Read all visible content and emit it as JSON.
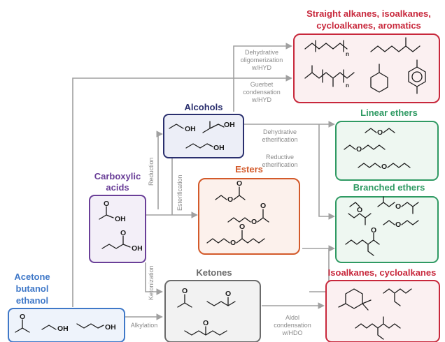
{
  "titles": {
    "straight_alkanes_line1": "Straight alkanes, isoalkanes,",
    "straight_alkanes_line2": "cycloalkanes, aromatics",
    "alcohols": "Alcohols",
    "linear_ethers": "Linear ethers",
    "carboxylic_line1": "Carboxylic",
    "carboxylic_line2": "acids",
    "esters": "Esters",
    "branched_ethers": "Branched ethers",
    "abe_line1": "Acetone",
    "abe_line2": "butanol",
    "abe_line3": "ethanol",
    "ketones": "Ketones",
    "isoalkanes": "Isoalkanes, cycloalkanes"
  },
  "reactions": {
    "dehydrative_oligomerization": [
      "Dehydrative",
      "oligomerization",
      "w/HYD"
    ],
    "guerbet": [
      "Guerbet",
      "condensation",
      "w/HYD"
    ],
    "dehydrative_etherification": [
      "Dehydrative",
      "etherification"
    ],
    "reductive_etherification": [
      "Reductive",
      "etherification"
    ],
    "reduction": "Reduction",
    "esterification": "Esterification",
    "ketonization": "Ketonization",
    "alkylation": "Alkylation",
    "aldol": [
      "Aldol",
      "condensation",
      "w/HDO"
    ]
  },
  "atoms": {
    "hydroxyl": "OH",
    "oxygen": "O",
    "hydrogen": "H",
    "repeat": "n"
  },
  "colors": {
    "red": "#c8283c",
    "blue": "#3f78c8",
    "navy": "#2a2f6e",
    "purple": "#6a3f98",
    "orange": "#d35a2a",
    "green": "#2f9a63",
    "gray": "#6b6b6b",
    "arrow": "#a0a0a0"
  }
}
